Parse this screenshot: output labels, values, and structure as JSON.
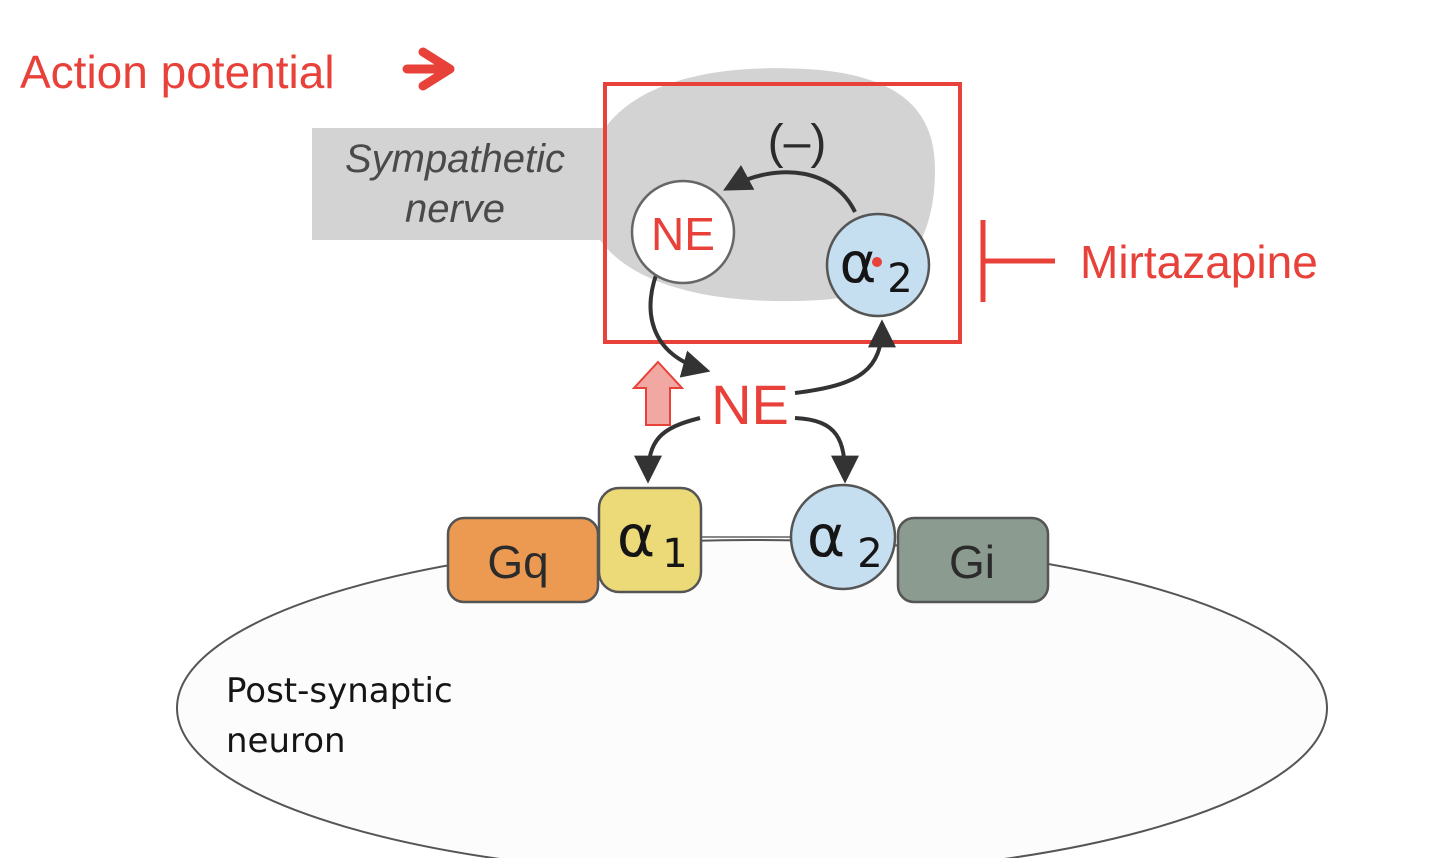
{
  "diagram": {
    "action_potential_label": "Action potential",
    "sympathetic_nerve_line1": "Sympathetic",
    "sympathetic_nerve_line2": "nerve",
    "feedback_sign": "(–)",
    "presynaptic_ne_label": "NE",
    "presynaptic_alpha2_symbol": "α",
    "presynaptic_alpha2_subscript": "2",
    "mirtazapine_label": "Mirtazapine",
    "cleft_ne_label": "NE",
    "gq_label": "Gq",
    "alpha1_symbol": "α",
    "alpha1_subscript": "1",
    "alpha2_symbol": "α",
    "alpha2_subscript": "2",
    "gi_label": "Gi",
    "post_synaptic_line1": "Post-synaptic",
    "post_synaptic_line2": "neuron"
  },
  "colors": {
    "accent_red": "#e8413a",
    "nerve_grey": "#d3d3d3",
    "gq_orange": "#ec9a52",
    "alpha1_yellow": "#ecd978",
    "alpha2_blue": "#c6dff0",
    "gi_green": "#8c9b90",
    "neuron_fill": "#fcfcfc"
  }
}
